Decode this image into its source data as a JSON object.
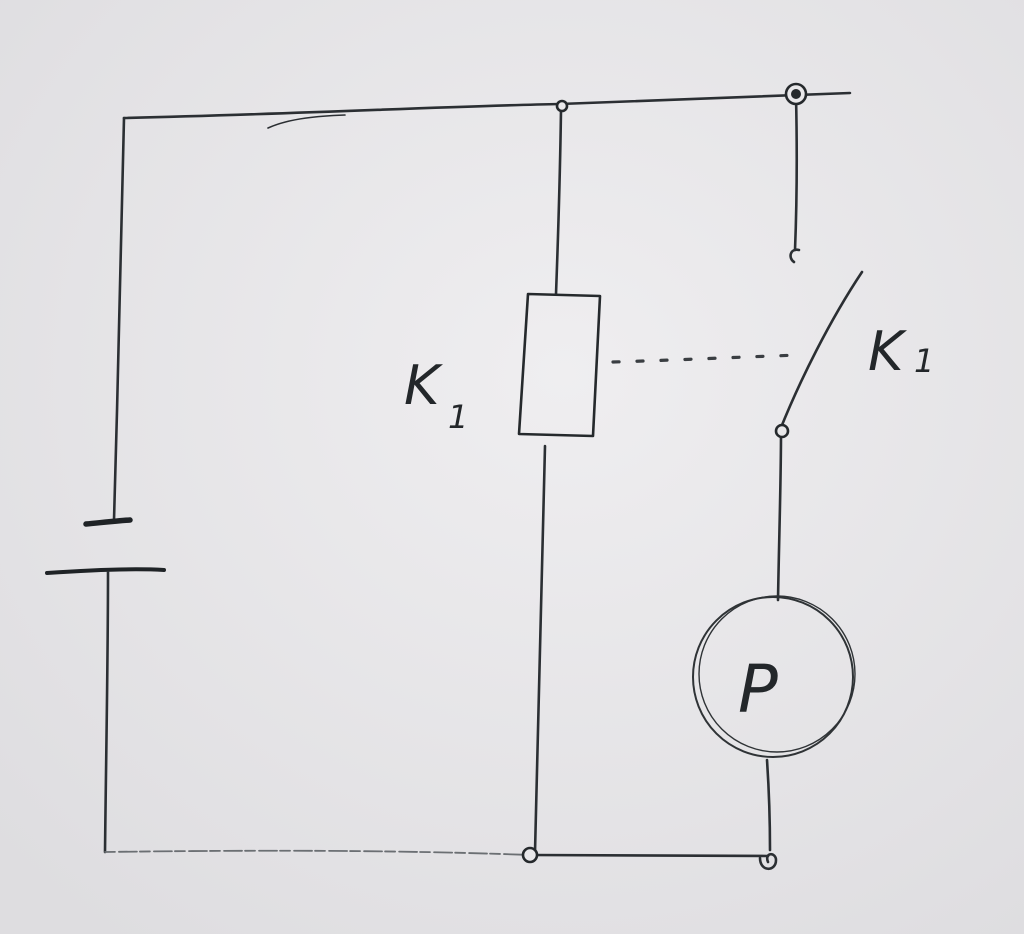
{
  "diagram": {
    "relay_coil": {
      "label": "K",
      "subscript": "1"
    },
    "relay_contact": {
      "label": "K",
      "subscript": "1"
    },
    "lamp": {
      "label": "P"
    }
  }
}
